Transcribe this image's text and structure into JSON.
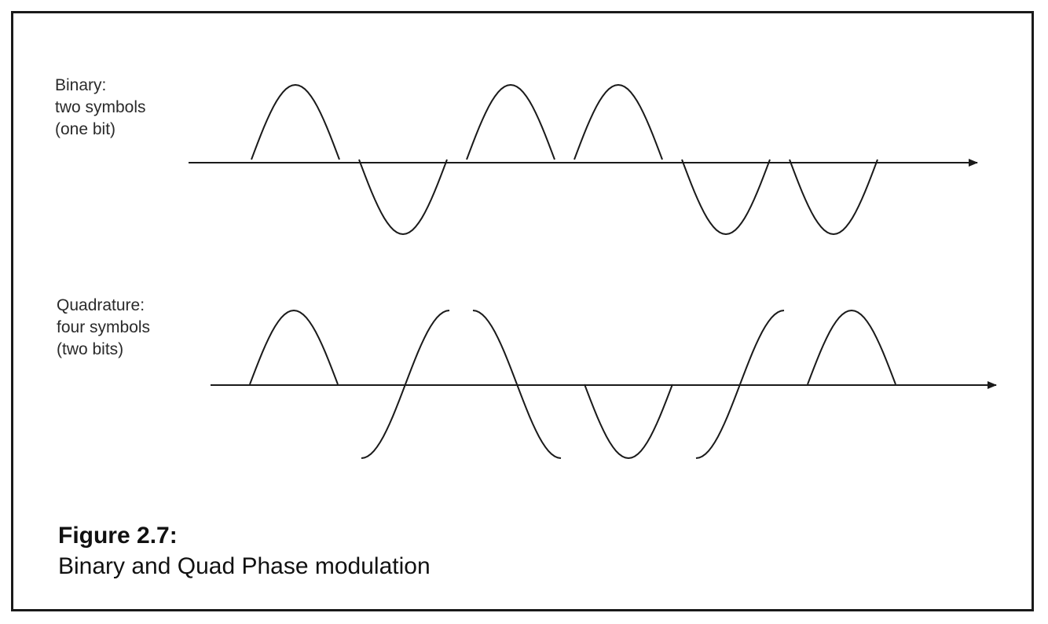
{
  "rows": {
    "binary": {
      "label_lines": [
        "Binary:",
        "two symbols",
        "(one bit)"
      ],
      "symbols": [
        "+sin",
        "-sin",
        "+sin",
        "+sin",
        "-sin",
        "-sin"
      ]
    },
    "quadrature": {
      "label_lines": [
        "Quadrature:",
        "four symbols",
        "(two bits)"
      ],
      "symbols": [
        "+sin",
        "-cos",
        "+cos",
        "-sin",
        "-cos",
        "+sin"
      ]
    }
  },
  "caption": {
    "title": "Figure 2.7:",
    "text": "Binary and Quad Phase modulation"
  },
  "colors": {
    "stroke": "#1a1a1a",
    "text": "#2a2a2a",
    "background": "#ffffff"
  }
}
